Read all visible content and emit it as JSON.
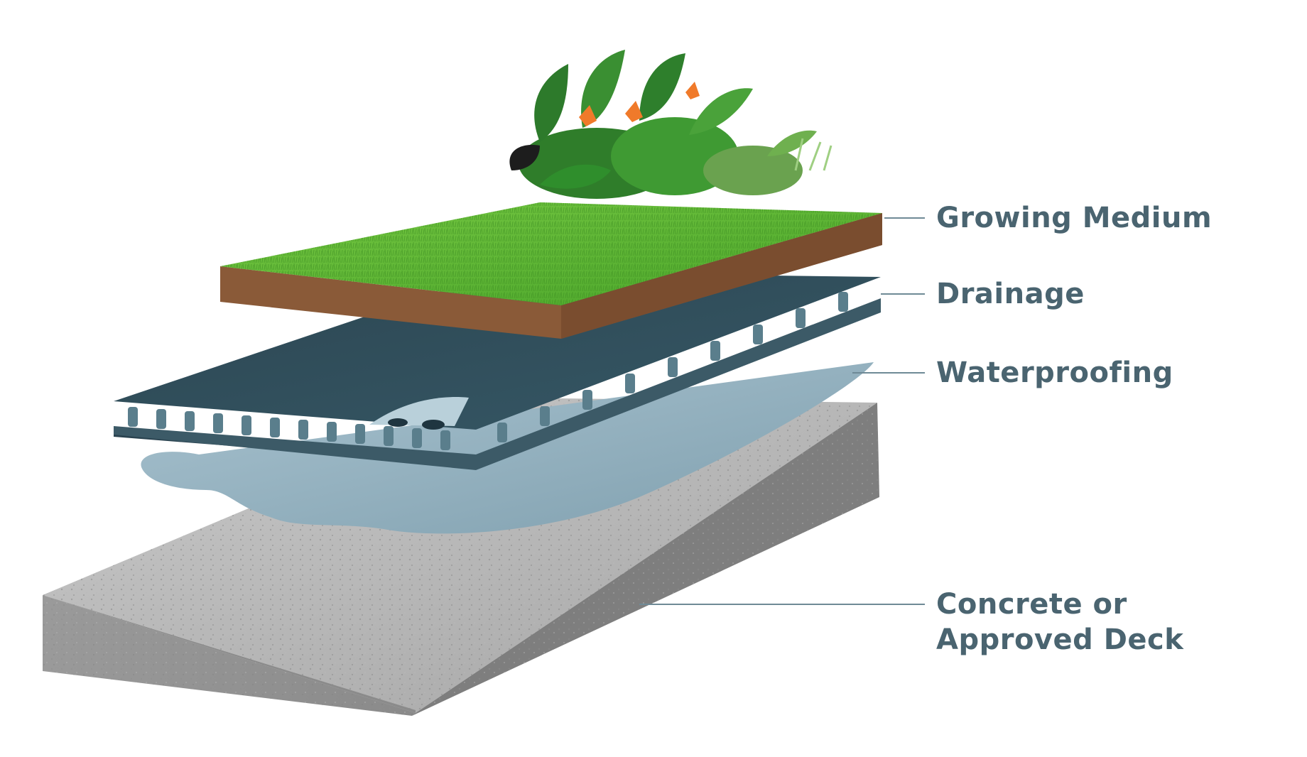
{
  "diagram": {
    "layers": {
      "growing_medium": "Growing Medium",
      "drainage": "Drainage",
      "waterproofing": "Waterproofing",
      "deck_line1": "Concrete or",
      "deck_line2": "Approved Deck"
    },
    "colors": {
      "label_text": "#4a6470",
      "leader_line": "#6f8a96",
      "grass": "#5cb52f",
      "soil": "#8a5a38",
      "drainage": "#2e4b58",
      "waterproofing": "#8fb0c0",
      "concrete": "#a3a3a3"
    }
  }
}
